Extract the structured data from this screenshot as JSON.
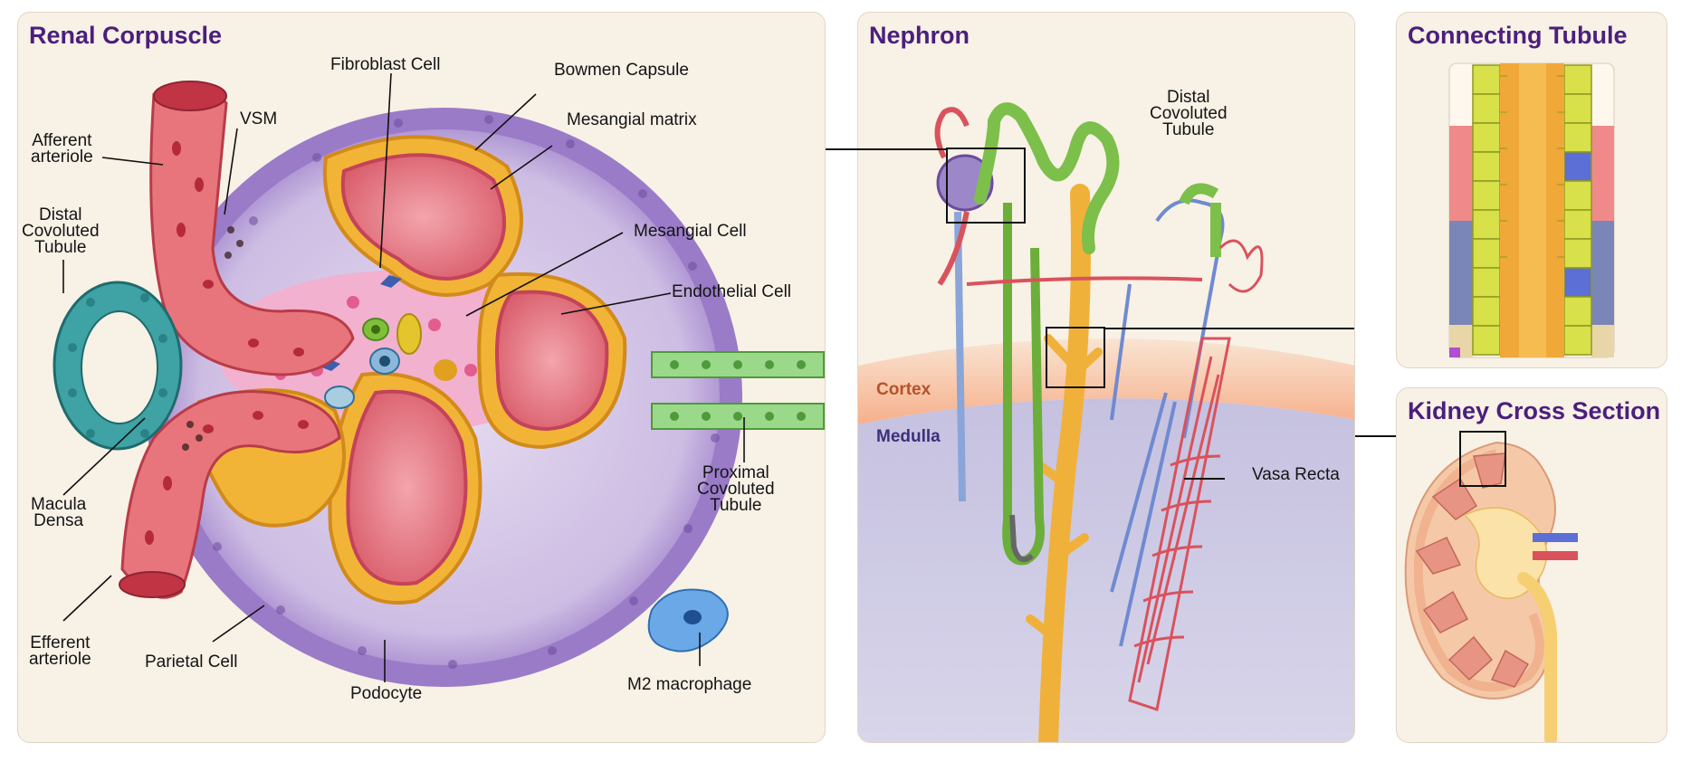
{
  "panels": {
    "renal_corpuscle": {
      "title": "Renal Corpuscle",
      "labels": {
        "fibroblast": "Fibroblast Cell",
        "bowmen": "Bowmen Capsule",
        "vsm": "VSM",
        "afferent": "Afferent\narteriole",
        "mesangial_matrix": "Mesangial matrix",
        "distal": "Distal\nCovoluted\nTubule",
        "mesangial_cell": "Mesangial Cell",
        "endothelial": "Endothelial Cell",
        "proximal": "Proximal\nCovoluted\nTubule",
        "macula": "Macula\nDensa",
        "efferent": "Efferent\narteriole",
        "parietal": "Parietal Cell",
        "podocyte": "Podocyte",
        "macrophage": "M2 macrophage"
      }
    },
    "nephron": {
      "title": "Nephron",
      "labels": {
        "distal": "Distal\nCovoluted\nTubule",
        "cortex": "Cortex",
        "medulla": "Medulla",
        "vasa_recta": "Vasa Recta"
      }
    },
    "connecting_tubule": {
      "title": "Connecting Tubule"
    },
    "kidney_cross_section": {
      "title": "Kidney Cross Section"
    }
  },
  "colors": {
    "title": "#4b1f7c",
    "panel_bg": "#f8f1e6",
    "capsule": "#9a7bc8",
    "podocyte": "#f1b437",
    "capillary": "#e47b84",
    "arteriole": "#d9525c",
    "distal_tubule": "#3fa2a4",
    "proximal_tubule": "#8dd17c",
    "cortex": "#f5b794",
    "medulla": "#c6c3df",
    "collecting_duct": "#f0b13a"
  }
}
